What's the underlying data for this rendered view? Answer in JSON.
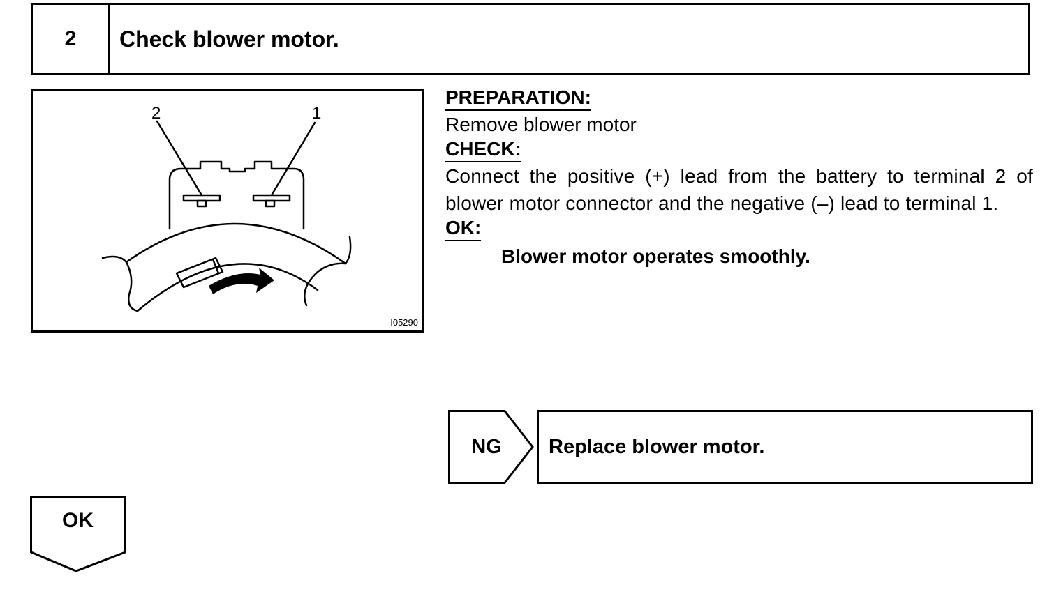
{
  "step": {
    "number": "2",
    "title": "Check blower motor."
  },
  "figure": {
    "label_terminal_2": "2",
    "label_terminal_1": "1",
    "code": "I05290"
  },
  "preparation": {
    "heading": "PREPARATION:",
    "text": "Remove blower motor"
  },
  "check": {
    "heading": "CHECK:",
    "text": "Connect the positive (+) lead from the battery to terminal 2 of blower motor connector and the negative (–) lead to terminal 1."
  },
  "ok_section": {
    "heading": "OK:",
    "result": "Blower motor operates smoothly."
  },
  "ng": {
    "label": "NG",
    "action": "Replace blower motor."
  },
  "ok_flow": {
    "label": "OK"
  }
}
